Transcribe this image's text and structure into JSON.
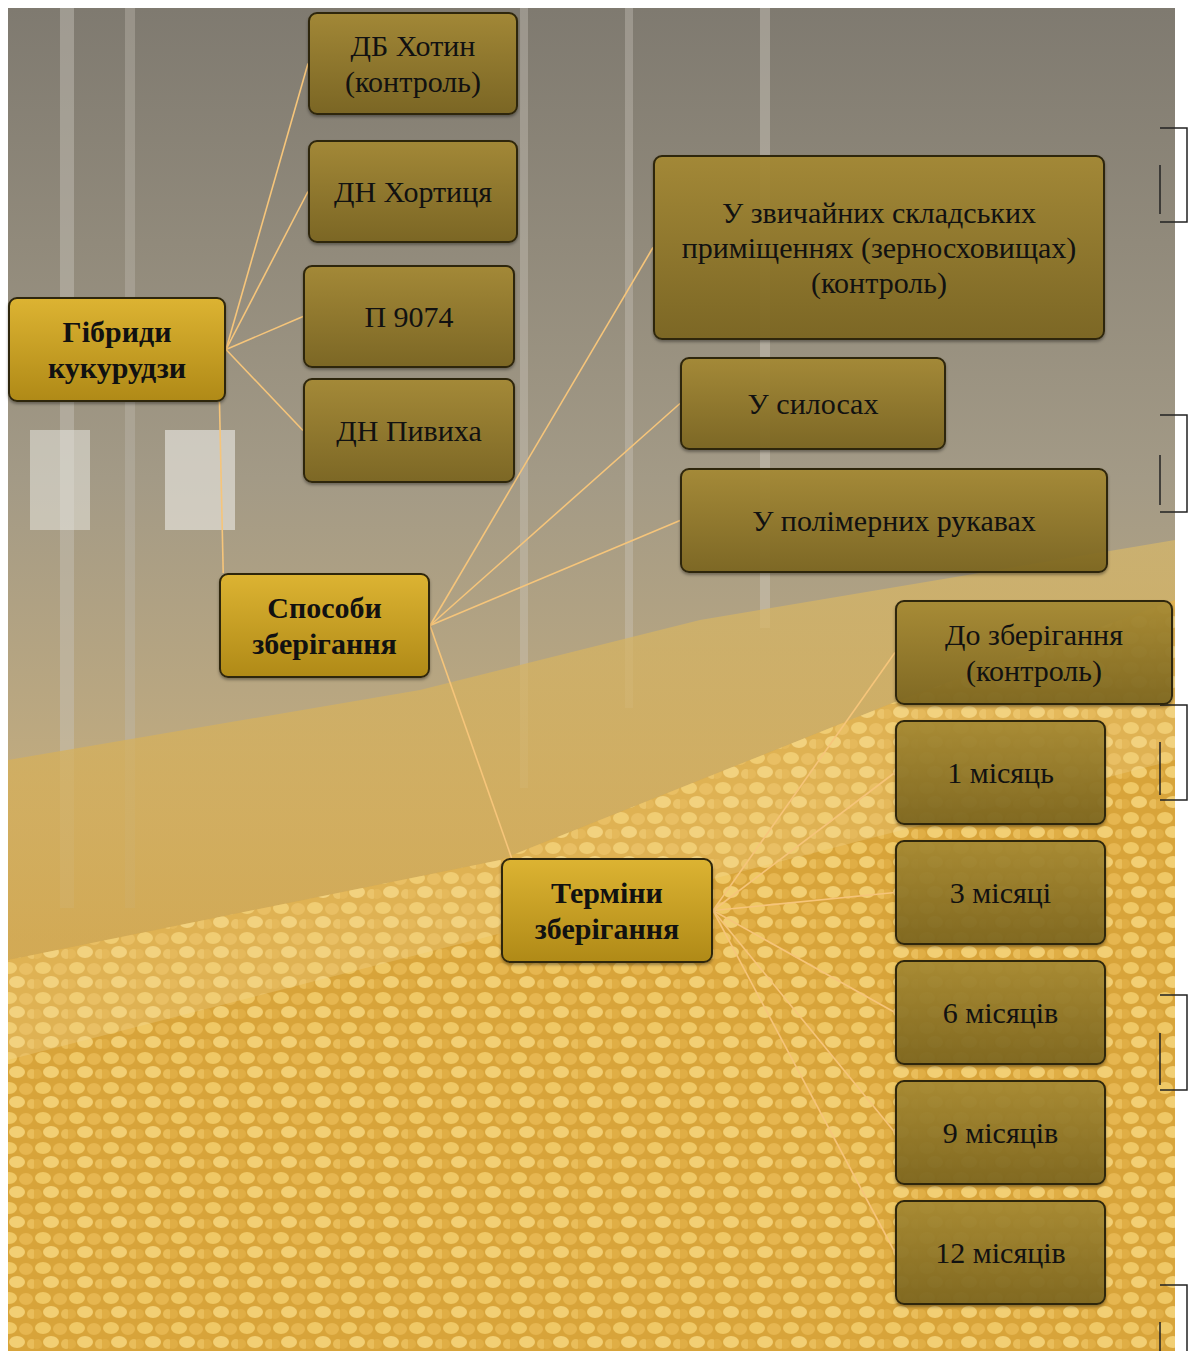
{
  "diagram": {
    "nodes": [
      {
        "text": [
          "Гібриди кукурудзи"
        ]
      },
      {
        "text": [
          "ДБ Хотин (контроль)"
        ]
      },
      {
        "text": [
          "ДН Хортиця"
        ]
      },
      {
        "text": [
          "П 9074"
        ]
      },
      {
        "text": [
          "ДН Пивиха"
        ]
      },
      {
        "text": [
          "Способи зберігання"
        ]
      },
      {
        "text": [
          "У звичайних складських приміщеннях (зерносховищах) (контроль)"
        ]
      },
      {
        "text": [
          "У силосах"
        ]
      },
      {
        "text": [
          "У полімерних рукавах"
        ]
      },
      {
        "text": [
          "Терміни зберігання"
        ]
      },
      {
        "text": [
          "До зберігання (контроль)"
        ]
      },
      {
        "text": [
          "1 місяць"
        ]
      },
      {
        "text": [
          "3 місяці"
        ]
      },
      {
        "text": [
          "6 місяців"
        ]
      },
      {
        "text": [
          "9 місяців"
        ]
      },
      {
        "text": [
          "12 місяців"
        ]
      }
    ],
    "edges": [
      {
        "from": 0,
        "to": 1,
        "arrow": "none"
      },
      {
        "from": 0,
        "to": 2,
        "arrow": "none"
      },
      {
        "from": 0,
        "to": 3,
        "arrow": "none"
      },
      {
        "from": 0,
        "to": 4,
        "arrow": "none"
      },
      {
        "from": 0,
        "to": 5,
        "arrow": "none"
      },
      {
        "from": 5,
        "to": 6,
        "arrow": "none"
      },
      {
        "from": 5,
        "to": 7,
        "arrow": "none"
      },
      {
        "from": 5,
        "to": 8,
        "arrow": "none"
      },
      {
        "from": 5,
        "to": 9,
        "arrow": "none"
      },
      {
        "from": 9,
        "to": 10,
        "arrow": "none"
      },
      {
        "from": 9,
        "to": 11,
        "arrow": "none"
      },
      {
        "from": 9,
        "to": 12,
        "arrow": "none"
      },
      {
        "from": 9,
        "to": 13,
        "arrow": "none"
      },
      {
        "from": 9,
        "to": 14,
        "arrow": "none"
      },
      {
        "from": 9,
        "to": 15,
        "arrow": "none"
      }
    ]
  }
}
